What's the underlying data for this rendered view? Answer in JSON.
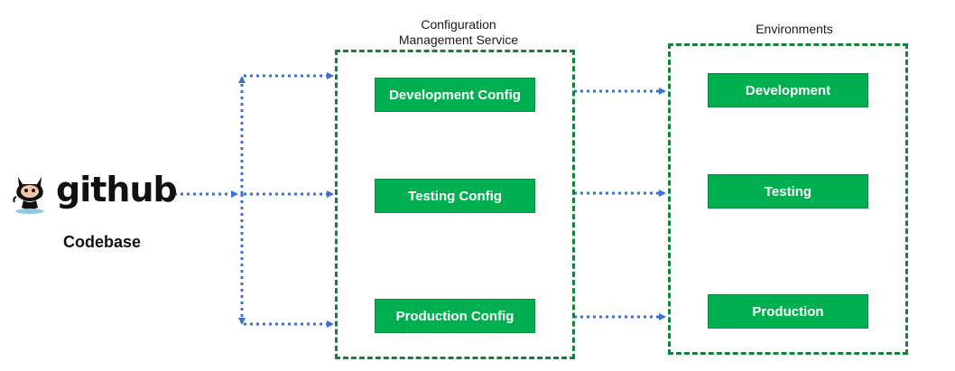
{
  "codebase": {
    "brand": "github",
    "label": "Codebase",
    "logo_icon": "octocat-icon"
  },
  "config_group": {
    "title": "Configuration\nManagement Service",
    "items": [
      {
        "label": "Development Config"
      },
      {
        "label": "Testing Config"
      },
      {
        "label": "Production Config"
      }
    ]
  },
  "env_group": {
    "title": "Environments",
    "items": [
      {
        "label": "Development"
      },
      {
        "label": "Testing"
      },
      {
        "label": "Production"
      }
    ]
  },
  "colors": {
    "node_fill": "#00b050",
    "group_border": "#16813c",
    "arrow": "#3a6fd8"
  }
}
